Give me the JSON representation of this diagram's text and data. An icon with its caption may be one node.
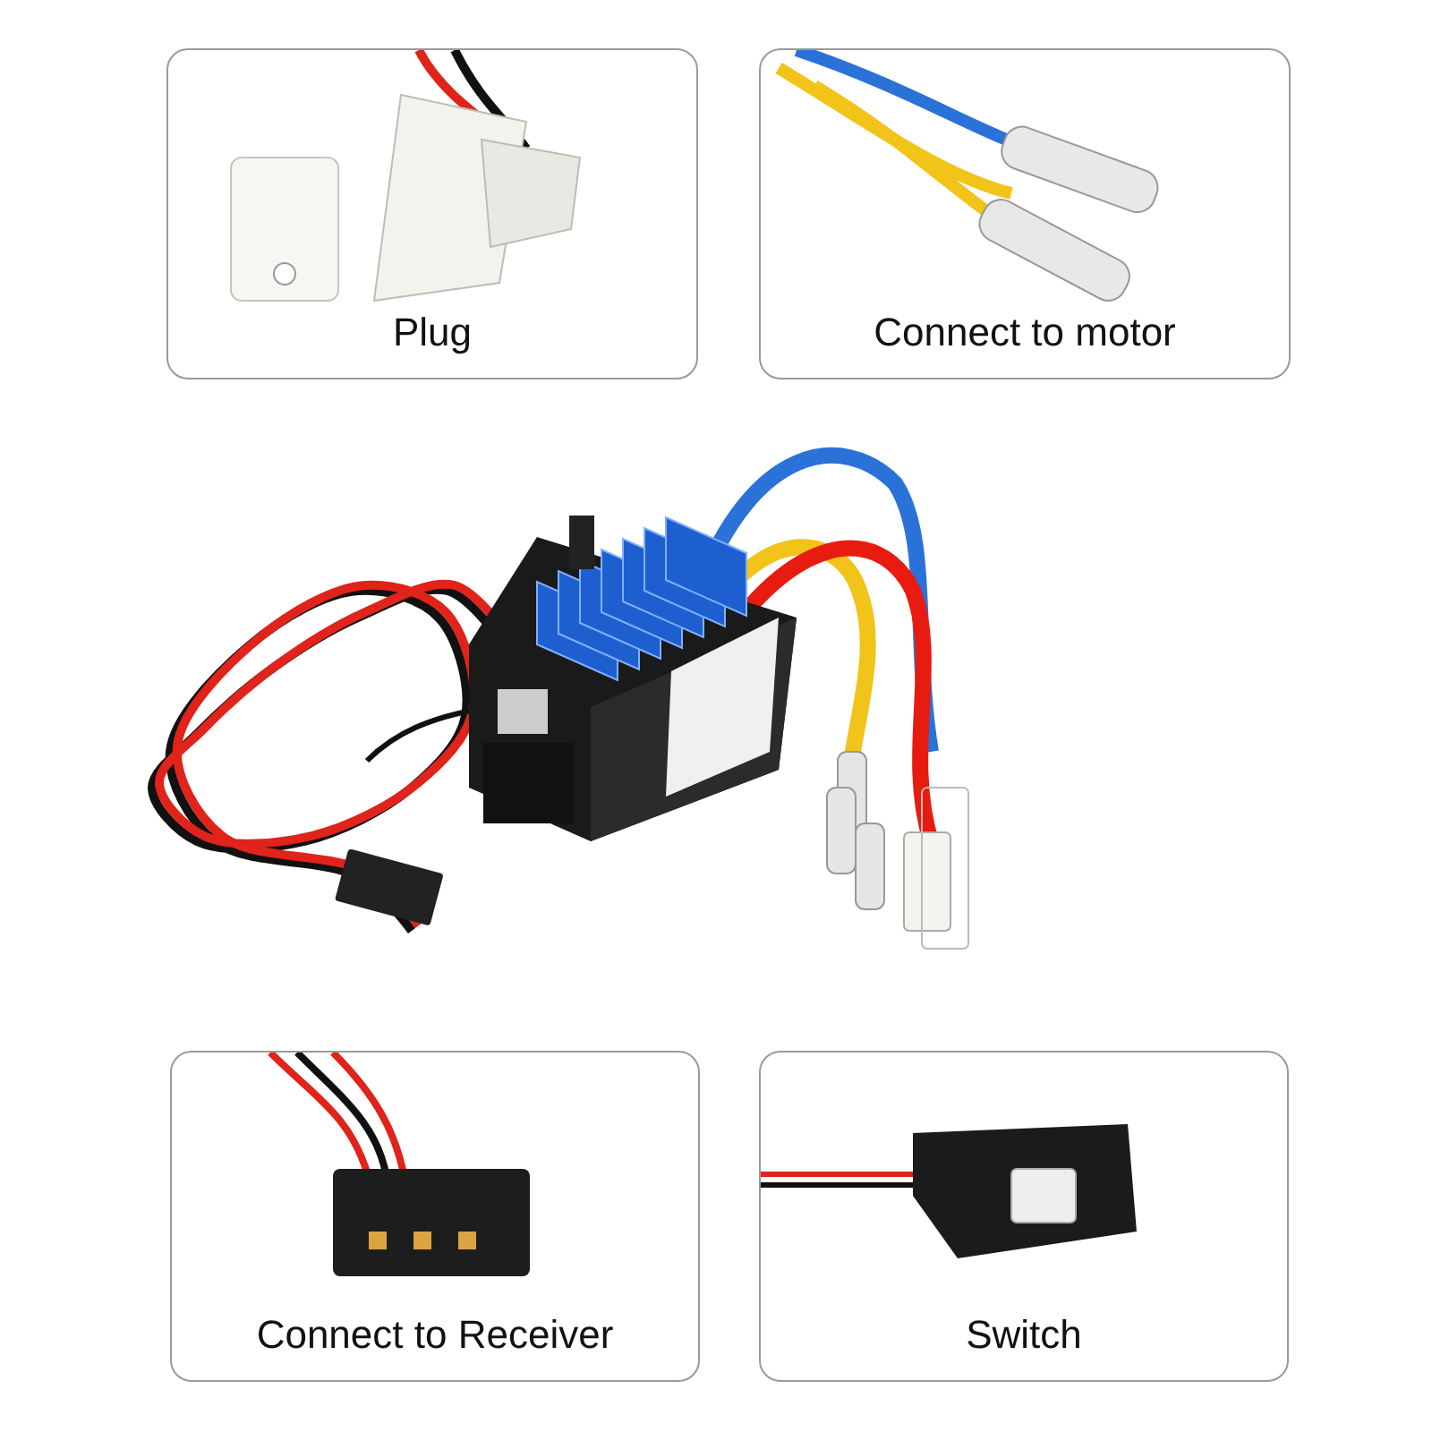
{
  "diagram": {
    "nodes": [
      {
        "text": [
          "Plug"
        ]
      },
      {
        "text": [
          "Connect to motor"
        ]
      },
      {
        "text": [
          "Connect to Receiver"
        ]
      },
      {
        "text": [
          "Switch"
        ]
      }
    ]
  }
}
